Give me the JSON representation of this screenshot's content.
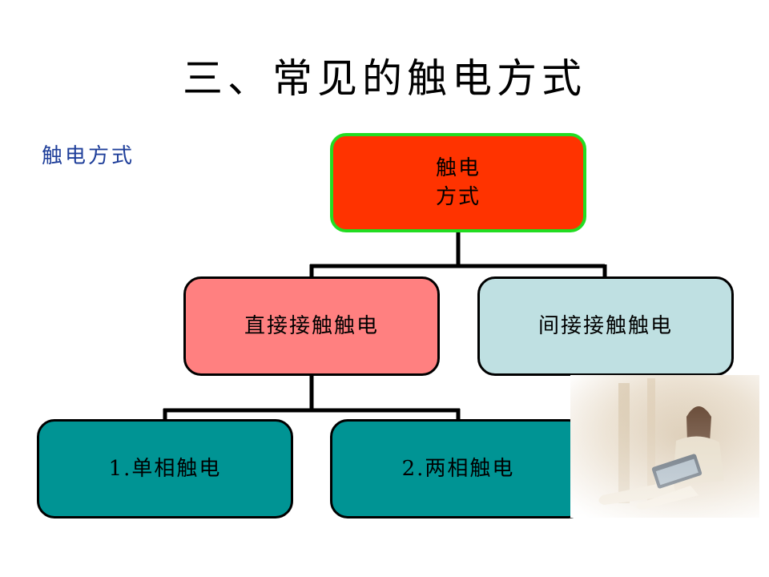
{
  "title": "三、常见的触电方式",
  "subtitle": "触电方式",
  "tree": {
    "root": {
      "line1": "触电",
      "line2": "方式"
    },
    "direct": "直接接触触电",
    "indirect": "间接接触触电",
    "single": "1.单相触电",
    "double": "2.两相触电"
  },
  "colors": {
    "root_fill": "#ff3300",
    "root_border": "#22dd22",
    "direct_fill": "#ff8080",
    "indirect_fill": "#bfe0e2",
    "leaf_fill": "#009494",
    "subtitle_text": "#1f3f9a"
  }
}
